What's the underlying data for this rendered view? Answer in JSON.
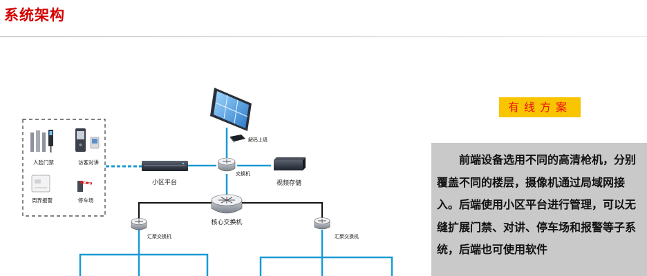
{
  "header": {
    "title": "系统架构"
  },
  "diagram": {
    "nodes": {
      "face_access": "人脸门禁",
      "visitor_intercom": "访客对讲",
      "perimeter_alarm": "周界报警",
      "parking": "停车场",
      "community_platform": "小区平台",
      "switch": "交换机",
      "video_storage": "视频存储",
      "decoder_wall": "解码上墙",
      "core_switch": "核心交换机",
      "agg_switch_left": "汇聚交换机",
      "agg_switch_right": "汇聚交换机"
    }
  },
  "panel": {
    "badge": "有线方案",
    "description": "前端设备选用不同的高清枪机，分别覆盖不同的楼层，摄像机通过局域网接入。后端使用小区平台进行管理，可以无缝扩展门禁、对讲、停车场和报警等子系统，后端也可使用软件"
  },
  "colors": {
    "title": "#d40000",
    "link": "#1a9ad6",
    "backbone": "#111111",
    "badge_bg": "#f9c400",
    "badge_text": "#e11111",
    "panel_bg": "#c9c9c9"
  }
}
